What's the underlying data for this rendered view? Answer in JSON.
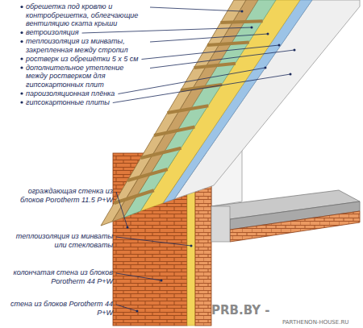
{
  "diagram": {
    "labels": [
      "обрешетка под кровлю и контробрешетка, облегчающие вентиляцию ската крыши",
      "ветроизоляция",
      "теплоизоляция из минваты, закрепленная между стропил",
      "ростверк из обрешётки 5 x 5 см",
      "дополнительное утепление между ростверком для гипсокартонных плит",
      "пароизоляционная плёнка",
      "гипсокартонные плиты",
      "ограждающая стенка из блоков Porotherm 11.5 P+W",
      "теплоизоляция из минваты или стекловаты",
      "колончатая стена из блоков Porotherm 44 P+W",
      "стена из блоков Porotherm 44 P+W",
      "PRB.BY -",
      "PARTHENON-HOUSE.RU"
    ]
  }
}
